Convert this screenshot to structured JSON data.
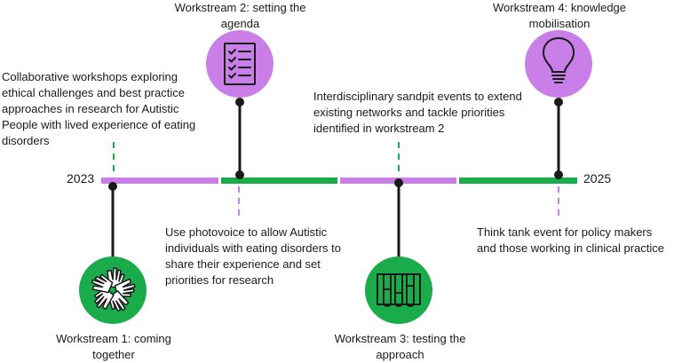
{
  "timeline": {
    "start_year": "2023",
    "end_year": "2025"
  },
  "workstreams": [
    {
      "title": "Workstream 1: coming together",
      "description": "Collaborative workshops exploring ethical challenges and best practice approaches in research for Autistic People with lived experience of eating disorders",
      "icon": "hands-together-icon",
      "color": "#1aab4b"
    },
    {
      "title": "Workstream 2: setting the agenda",
      "description": "Use photovoice to allow Autistic individuals with eating disorders to share their experience and set priorities for research",
      "icon": "checklist-icon",
      "color": "#c97ee8"
    },
    {
      "title": "Workstream 3: testing the approach",
      "description": "Interdisciplinary sandpit events to extend existing networks and tackle priorities identified in workstream 2",
      "icon": "test-tubes-icon",
      "color": "#1aab4b"
    },
    {
      "title": "Workstream 4: knowledge mobilisation",
      "description": "Think tank event for policy makers and those working in clinical practice",
      "icon": "lightbulb-icon",
      "color": "#c97ee8"
    }
  ],
  "colors": {
    "green": "#1aab4b",
    "purple": "#c97ee8",
    "line": "#1a1a1a"
  }
}
